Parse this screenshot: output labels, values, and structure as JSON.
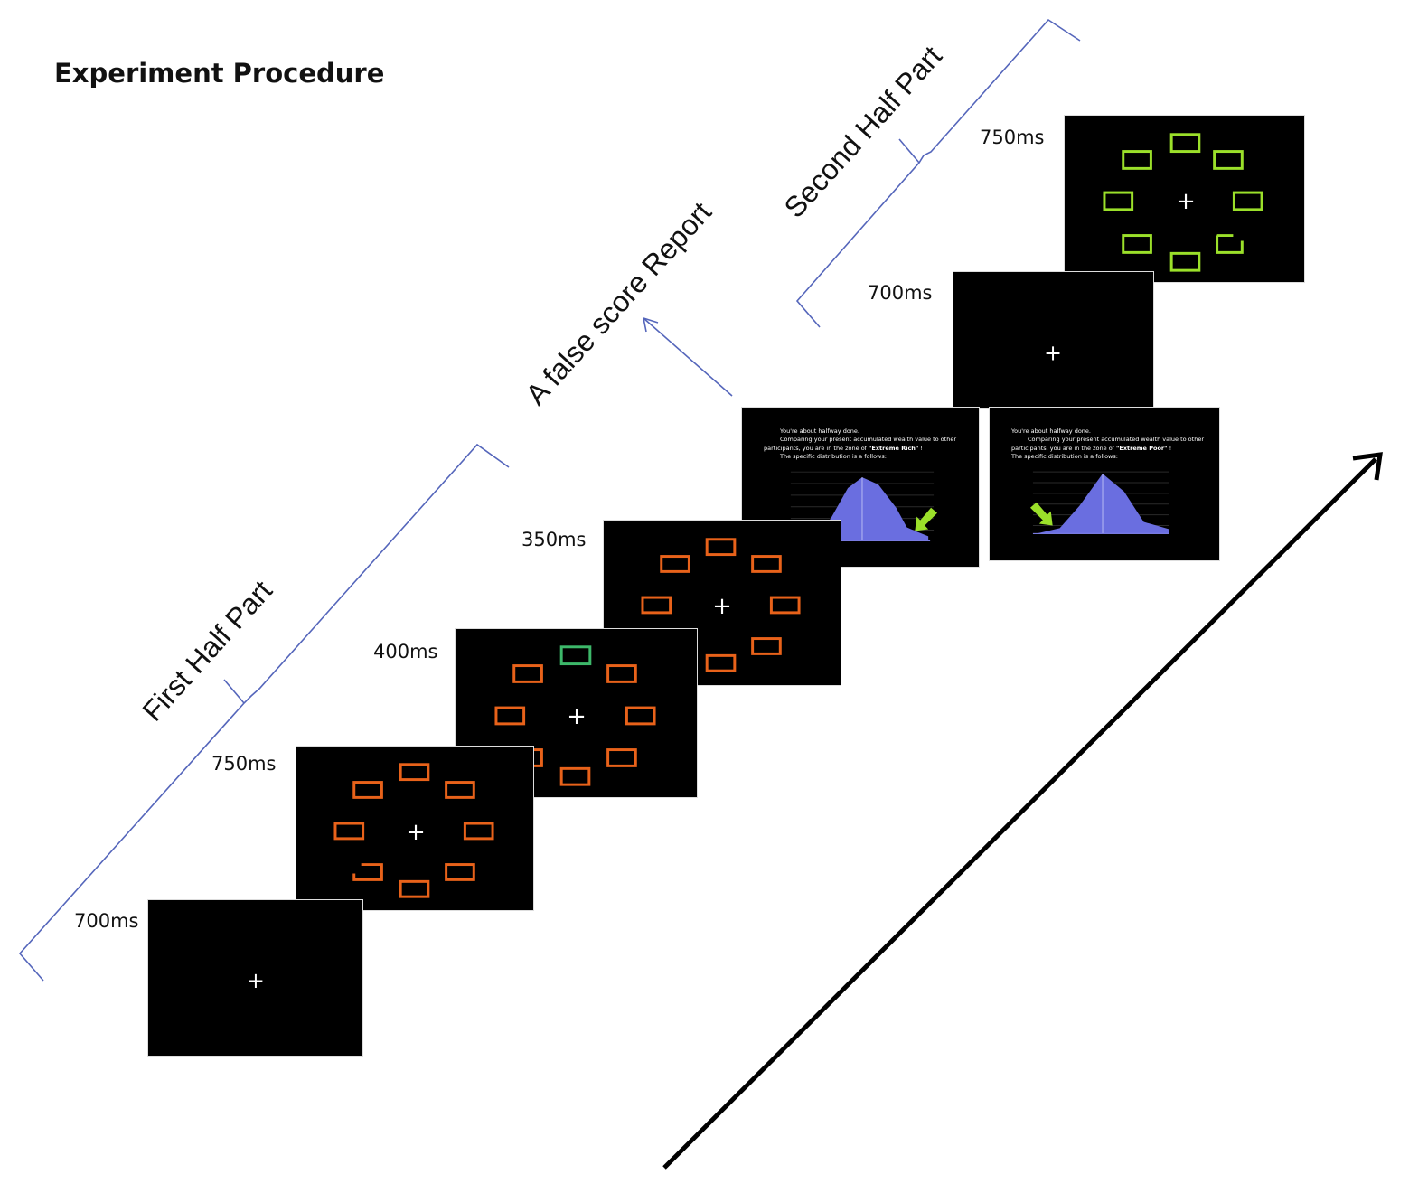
{
  "title": "Experiment Procedure",
  "phase_labels": {
    "first_half": "First Half Part",
    "false_score": "A false score Report",
    "second_half": "Second Half Part"
  },
  "timings": {
    "s1": "700ms",
    "s2": "750ms",
    "s3": "400ms",
    "s4": "350ms",
    "s6": "700ms",
    "s7": "750ms"
  },
  "fixation_symbol": "+",
  "report_rich": {
    "line1": "You're about halfway done.",
    "line2": "Comparing your present accumulated wealth value to other",
    "line3_pre": "participants, you are in the zone of ",
    "zone": "\"Extreme Rich\"",
    "line3_post": " !",
    "line4": "The specific distribution is a follows:"
  },
  "report_poor": {
    "line1": "You're about halfway done.",
    "line2": "Comparing your present accumulated wealth value to other",
    "line3_pre": "participants, you are in the zone of ",
    "zone": "\"Extreme Poor\"",
    "line3_post": " !",
    "line4": "The specific distribution is a follows:"
  },
  "colors": {
    "orange": "#e8621a",
    "green_target": "#3db86a",
    "lime": "#9be02a",
    "bracket_blue": "#5566bb",
    "distribution_fill": "#6a6ee0",
    "arrow": "#000000"
  }
}
